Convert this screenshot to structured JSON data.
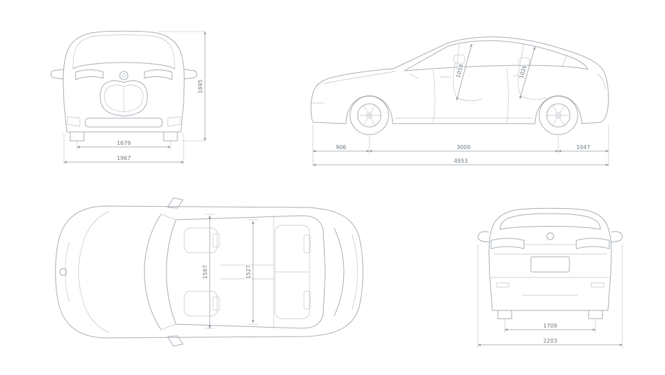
{
  "views": {
    "front": {
      "height": "1695",
      "track": "1679",
      "width": "1967"
    },
    "side": {
      "front_overhang": "906",
      "wheelbase": "3000",
      "rear_overhang": "1047",
      "length": "4953",
      "front_interior": "1058",
      "rear_interior": "1026"
    },
    "top": {
      "front_width": "1567",
      "rear_width": "1527"
    },
    "rear": {
      "track": "1709",
      "width_mirrors": "2203"
    }
  },
  "colors": {
    "background": "#ffffff",
    "line": "#a6adb4",
    "dimension_line": "#939ba2",
    "label_text": "#6f787f"
  }
}
